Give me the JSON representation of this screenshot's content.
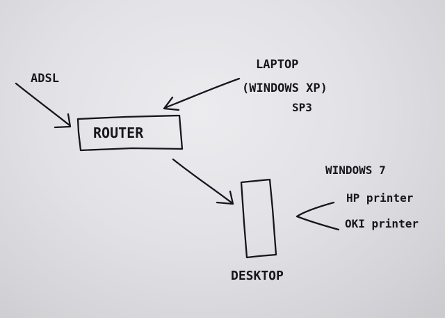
{
  "diagram": {
    "nodes": {
      "adsl": {
        "label": "ADSL"
      },
      "laptop": {
        "lines": [
          "LAPTOP",
          "(WINDOWS XP)",
          "SP3"
        ]
      },
      "router": {
        "label": "ROUTER"
      },
      "desktop": {
        "label": "DESKTOP",
        "notes": [
          "WINDOWS 7",
          "HP printer",
          "OKI printer"
        ]
      }
    },
    "edges": [
      {
        "from": "adsl",
        "to": "router"
      },
      {
        "from": "laptop",
        "to": "router"
      },
      {
        "from": "router",
        "to": "desktop"
      }
    ]
  }
}
